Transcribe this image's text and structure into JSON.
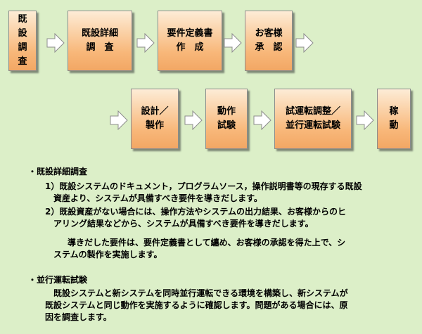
{
  "flow_row1": [
    {
      "id": "kisetsu",
      "label": "既\n設\n調\n査"
    },
    {
      "id": "kisetsu-shosai",
      "label": "既設詳細\n調　査"
    },
    {
      "id": "youken",
      "label": "要件定義書\n作　成"
    },
    {
      "id": "shonin",
      "label": "お客様\n承　認"
    }
  ],
  "flow_row2": [
    {
      "id": "sekkei",
      "label": "設計／\n製作"
    },
    {
      "id": "dousa",
      "label": "動作\n試験"
    },
    {
      "id": "shiunten",
      "label": "試運転調整／\n並行運転試験"
    },
    {
      "id": "kadou",
      "label": "稼\n動"
    }
  ],
  "notes": {
    "section1_title": "・既設詳細調査",
    "item1_line1": "1）既設システムのドキュメント，プログラムソース，操作説明書等の現存する既設",
    "item1_line2": "資産より、システムが具備すべき要件を導きだします。",
    "item2_line1": "2）既設資産がない場合には、操作方法やシステムの出力結果、お客様からのヒ",
    "item2_line2": "アリング結果などから、システムが具備すべき要件を導きだします。",
    "para_line1": "導きだした要件は、要件定義書として纏め、お客様の承認を得た上で、シ",
    "para_line2": "ステムの製作を実施します。",
    "section2_title": "・並行運転試験",
    "sec2_line1": "既設システムと新システムを同時並行運転できる環境を構築し、新システムが",
    "sec2_line2": "既設システムと同じ動作を実施するように確認します。問題がある場合には、原",
    "sec2_line3": "因を調査します。"
  },
  "colors": {
    "background": "#dcefc8",
    "box_top": "#fdecd6",
    "box_bottom": "#f2a764",
    "arrow_fill": "#ffffff",
    "arrow_stroke": "#8c8c8c"
  }
}
